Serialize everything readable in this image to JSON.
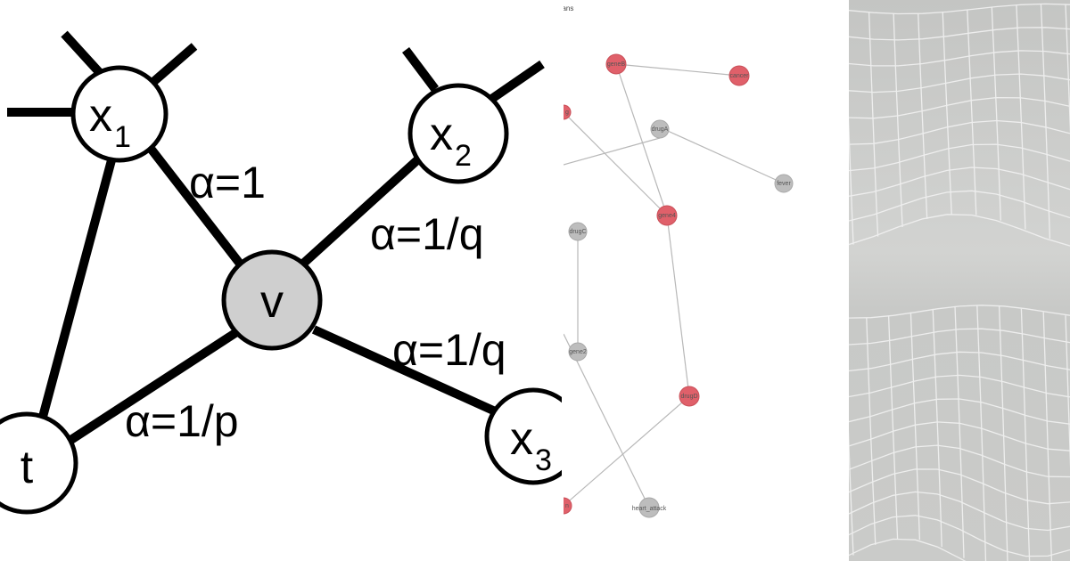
{
  "diagram": {
    "nodes": {
      "x1": {
        "base": "x",
        "sub": "1"
      },
      "x2": {
        "base": "x",
        "sub": "2"
      },
      "x3": {
        "base": "x",
        "sub": "3"
      },
      "v": {
        "label": "v"
      },
      "t": {
        "label": "t"
      }
    },
    "edges": {
      "v_x1": "α=1",
      "v_x2": "α=1/q",
      "v_x3": "α=1/q",
      "v_t": "α=1/p"
    }
  },
  "graph": {
    "top_text": "eans",
    "nodes": [
      {
        "id": "geneB",
        "label": "geneB",
        "color": "red"
      },
      {
        "id": "cancer",
        "label": "cancer",
        "color": "red"
      },
      {
        "id": "drugA",
        "label": "drugA",
        "color": "gray"
      },
      {
        "id": "fever",
        "label": "fever",
        "color": "gray"
      },
      {
        "id": "gene4",
        "label": "gene4",
        "color": "red"
      },
      {
        "id": "drugC",
        "label": "drugC",
        "color": "gray"
      },
      {
        "id": "gene2",
        "label": "gene2",
        "color": "gray"
      },
      {
        "id": "drugD",
        "label": "drugD",
        "color": "red"
      },
      {
        "id": "heart_attack",
        "label": "heart_attack",
        "color": "gray"
      },
      {
        "id": "edge_top",
        "label": "g",
        "color": "red"
      },
      {
        "id": "edge_bottom",
        "label": "n",
        "color": "red"
      }
    ]
  },
  "colors": {
    "node_gray": "#cfcfcf",
    "graph_red": "#e0606a",
    "graph_gray": "#bdbdbd",
    "mesh_bg": "#c9cac8"
  }
}
